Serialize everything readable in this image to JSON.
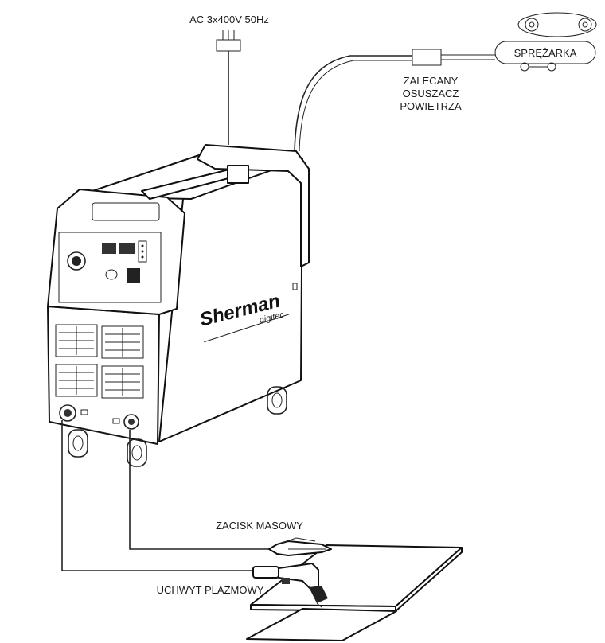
{
  "labels": {
    "power_supply": "AC 3x400V 50Hz",
    "compressor": "SPRĘŻARKA",
    "dryer_line1": "ZALECANY",
    "dryer_line2": "OSUSZACZ",
    "dryer_line3": "POWIETRZA",
    "ground_clamp": "ZACISK MASOWY",
    "plasma_torch": "UCHWYT PLAZMOWY"
  },
  "machine": {
    "brand": "Sherman",
    "brand_sub": "digitec"
  },
  "colors": {
    "line": "#222222",
    "background": "#ffffff"
  }
}
